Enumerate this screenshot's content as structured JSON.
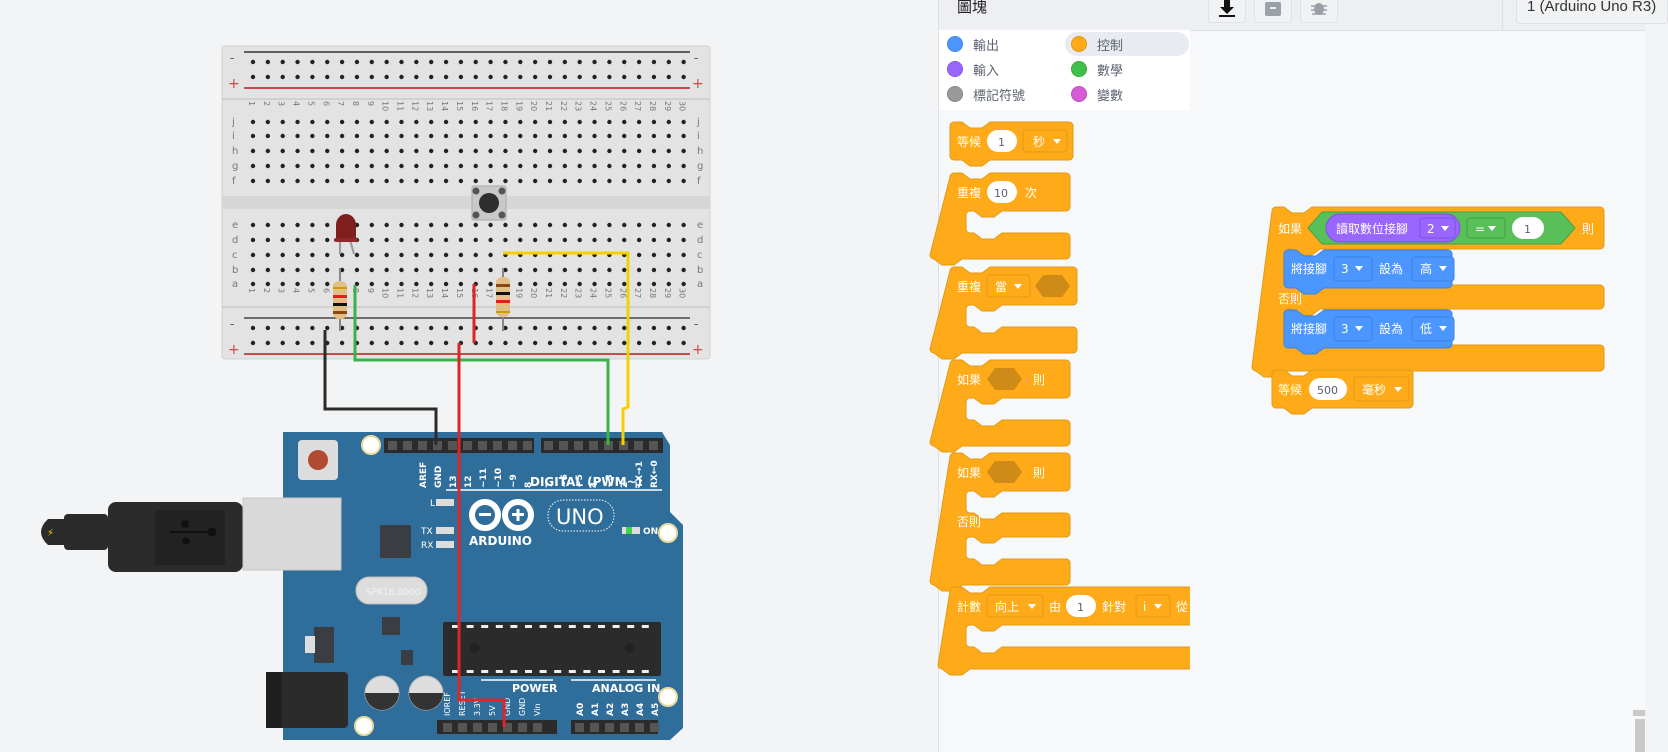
{
  "palette": {
    "title": "圖塊",
    "categories": [
      {
        "label": "輸出",
        "color": "#4c97ff",
        "active": false
      },
      {
        "label": "控制",
        "color": "#ffab19",
        "active": true
      },
      {
        "label": "輸入",
        "color": "#9966ff",
        "active": false
      },
      {
        "label": "數學",
        "color": "#40bf4a",
        "active": false
      },
      {
        "label": "標記符號",
        "color": "#999999",
        "active": false
      },
      {
        "label": "變數",
        "color": "#d65cd6",
        "active": false
      }
    ],
    "blocks": {
      "wait": {
        "label": "等候",
        "value": "1",
        "unit": "秒"
      },
      "repeat": {
        "label": "重複",
        "value": "10",
        "suffix": "次"
      },
      "repeat_while": {
        "label": "重複",
        "mode": "當"
      },
      "if_then": {
        "label": "如果",
        "then": "則"
      },
      "if_else": {
        "label": "如果",
        "then": "則",
        "else": "否則"
      },
      "count": {
        "label": "計數",
        "dir": "向上",
        "from_label": "由",
        "from": "1",
        "for_label": "針對",
        "var": "i",
        "to_label": "從"
      }
    }
  },
  "toolbar": {
    "download_icon": "download-icon",
    "library_icon": "library-icon",
    "debug_icon": "bug-icon",
    "device_select": "1 (Arduino Uno R3)"
  },
  "workspace": {
    "if_label": "如果",
    "read_pin_label": "讀取數位接腳",
    "read_pin_value": "2",
    "compare_op": "=",
    "compare_value": "1",
    "then_label": "則",
    "set_pin_label": "將接腳",
    "set_pin_value_1": "3",
    "set_to_label": "設為",
    "state_high": "高",
    "else_label": "否則",
    "set_pin_value_2": "3",
    "state_low": "低",
    "wait_label": "等候",
    "wait_value": "500",
    "wait_unit": "毫秒"
  },
  "circuit": {
    "breadboard_columns": 30,
    "breadboard_rows_top": [
      "j",
      "i",
      "h",
      "g",
      "f"
    ],
    "breadboard_rows_bottom": [
      "e",
      "d",
      "c",
      "b",
      "a"
    ],
    "rail_minus": "-",
    "rail_plus": "+",
    "arduino": {
      "brand": "ARDUINO",
      "model": "UNO",
      "on_label": "ON",
      "digital_label": "DIGITAL (PWM~)",
      "digital_pins": [
        "AREF",
        "GND",
        "13",
        "12",
        "~11",
        "~10",
        "~9",
        "8",
        "7",
        "~6",
        "~5",
        "4",
        "~3",
        "2",
        "TX→1",
        "RX←0"
      ],
      "power_label": "POWER",
      "power_pins": [
        "IOREF",
        "RESET",
        "3.3V",
        "5V",
        "GND",
        "GND",
        "Vin"
      ],
      "analog_label": "ANALOG IN",
      "analog_pins": [
        "A0",
        "A1",
        "A2",
        "A3",
        "A4",
        "A5"
      ],
      "led_labels": [
        "L",
        "TX",
        "RX"
      ],
      "crystal_label": "SPK16.000G"
    },
    "wire_colors": {
      "black": "#2b2b2b",
      "red": "#e0242a",
      "green": "#3bb34a",
      "yellow": "#f5d000"
    }
  }
}
